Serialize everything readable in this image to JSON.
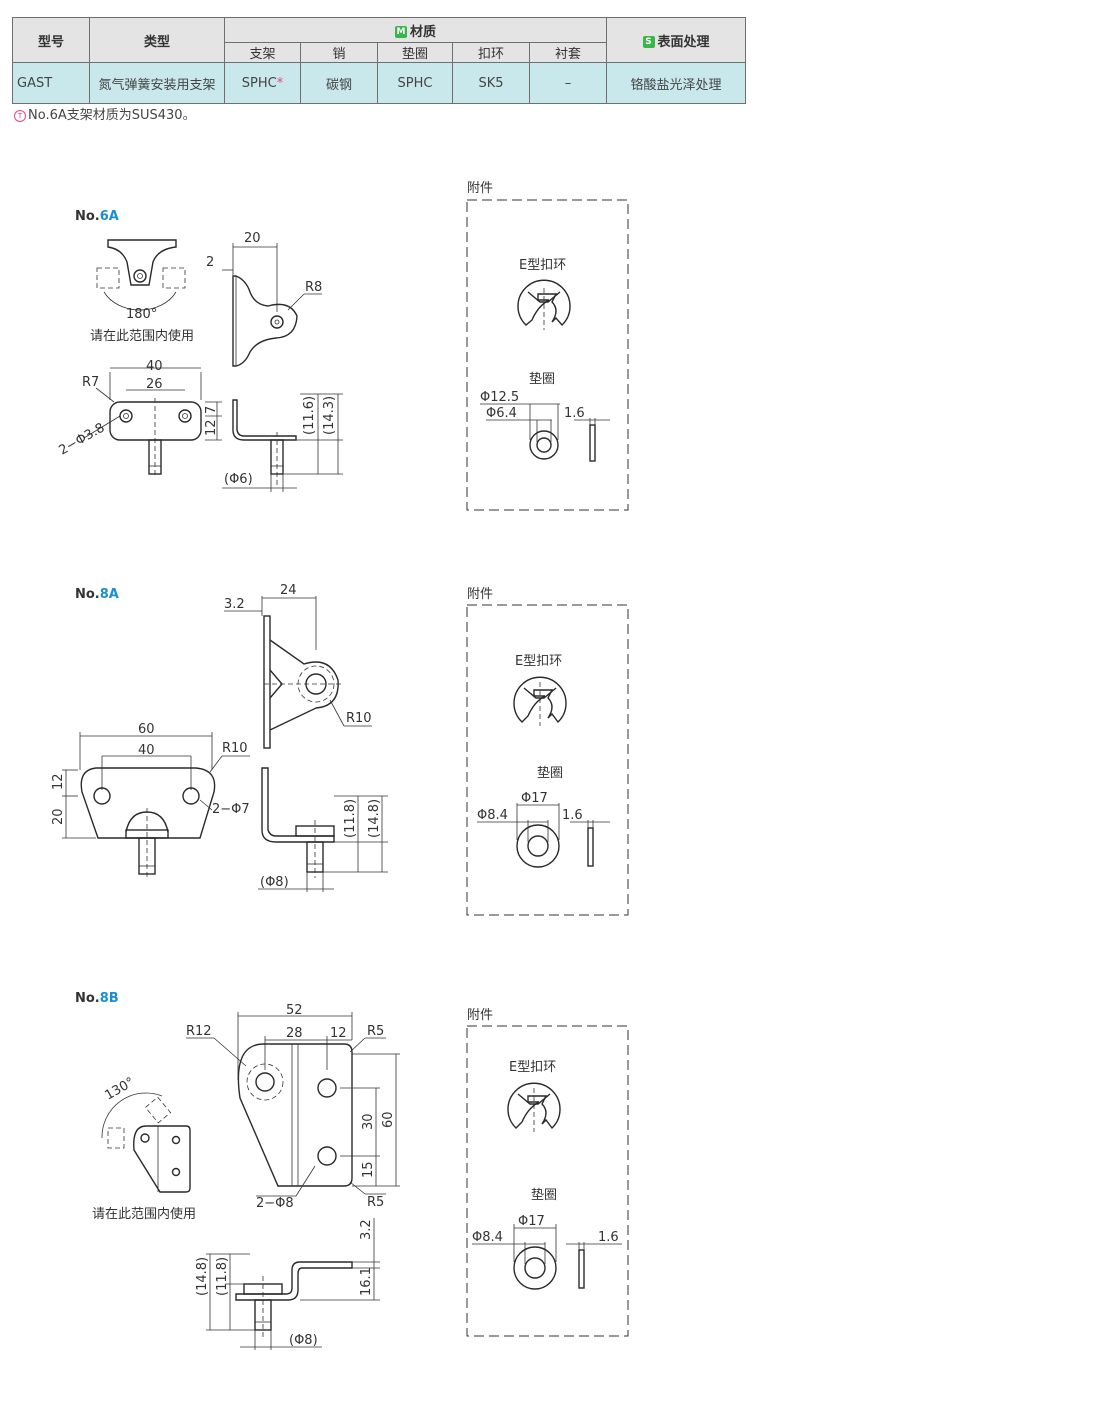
{
  "table": {
    "headers": {
      "model": "型号",
      "type": "类型",
      "material": "材质",
      "material_badge": "M",
      "surface": "表面处理",
      "surface_badge": "S",
      "bracket": "支架",
      "pin": "销",
      "washer": "垫圈",
      "ring": "扣环",
      "bushing": "衬套"
    },
    "row": {
      "model": "GAST",
      "type": "氮气弹簧安装用支架",
      "bracket": "SPHC",
      "bracket_mark": "*",
      "pin": "碳钢",
      "washer": "SPHC",
      "ring": "SK5",
      "bushing": "–",
      "surface": "铬酸盐光泽处理"
    }
  },
  "footnote": {
    "icon": "T",
    "text": "No.6A支架材质为SUS430。"
  },
  "sections": {
    "a6": {
      "prefix": "No.",
      "code": "6A",
      "note": "请在此范围内使用",
      "angle": "180°",
      "dims": {
        "w20": "20",
        "t2": "2",
        "r8": "R8",
        "w40": "40",
        "w26": "26",
        "r7": "R7",
        "holes": "2−Φ3.8",
        "h12": "12",
        "h7": "7",
        "h11_6": "(11.6)",
        "h14_3": "(14.3)",
        "d6": "(Φ6)"
      },
      "accessory": {
        "title": "附件",
        "ering": "E型扣环",
        "washer": "垫圈",
        "od": "Φ12.5",
        "id": "Φ6.4",
        "thk": "1.6"
      }
    },
    "a8": {
      "prefix": "No.",
      "code": "8A",
      "dims": {
        "t3_2": "3.2",
        "w24": "24",
        "r10a": "R10",
        "w60": "60",
        "w40": "40",
        "r10b": "R10",
        "holes": "2−Φ7",
        "h12": "12",
        "h20": "20",
        "h11_8": "(11.8)",
        "h14_8": "(14.8)",
        "d8": "(Φ8)"
      },
      "accessory": {
        "title": "附件",
        "ering": "E型扣环",
        "washer": "垫圈",
        "od": "Φ17",
        "id": "Φ8.4",
        "thk": "1.6"
      }
    },
    "b8": {
      "prefix": "No.",
      "code": "8B",
      "note": "请在此范围内使用",
      "angle": "130°",
      "dims": {
        "w52": "52",
        "w28": "28",
        "w12": "12",
        "r12": "R12",
        "r5a": "R5",
        "r5b": "R5",
        "h30": "30",
        "h60": "60",
        "h15": "15",
        "holes": "2−Φ8",
        "t3_2": "3.2",
        "h16_1": "16.1",
        "h14_8": "(14.8)",
        "h11_8": "(11.8)",
        "d8": "(Φ8)"
      },
      "accessory": {
        "title": "附件",
        "ering": "E型扣环",
        "washer": "垫圈",
        "od": "Φ17",
        "id": "Φ8.4",
        "thk": "1.6"
      }
    }
  }
}
